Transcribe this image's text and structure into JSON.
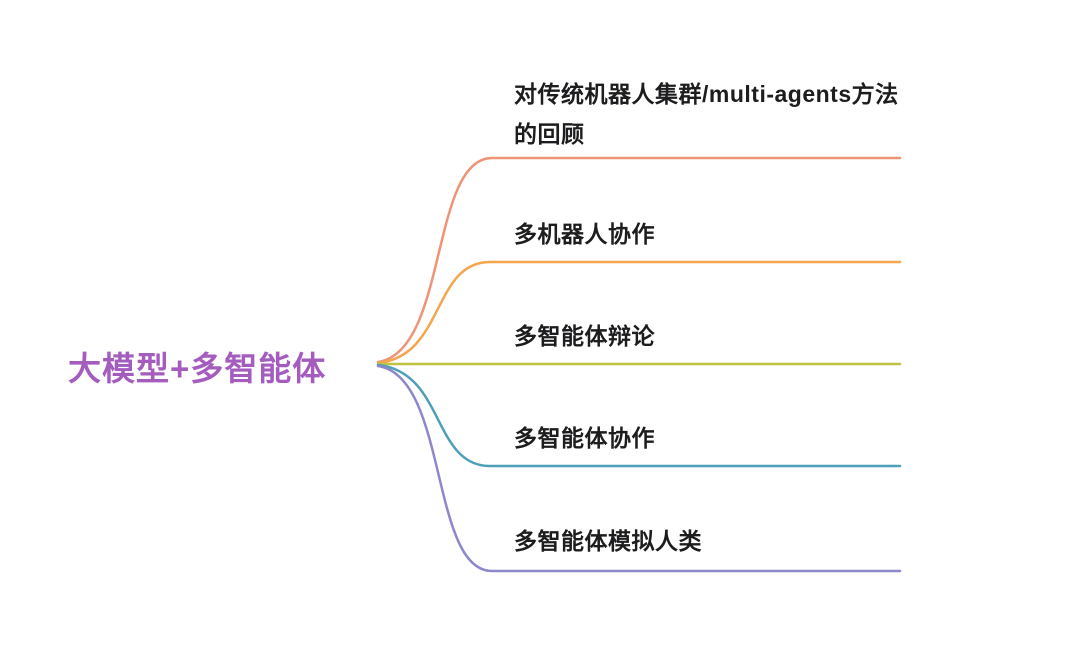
{
  "canvas": {
    "background": "#ffffff",
    "text_color": "#1d1d1f"
  },
  "root": {
    "label": "大模型+多智能体",
    "color": "#a45cbf"
  },
  "branches": [
    {
      "label": "对传统机器人集群/multi-agents方法的回顾",
      "color": "#ee9476"
    },
    {
      "label": "多机器人协作",
      "color": "#f5a54c"
    },
    {
      "label": "多智能体辩论",
      "color": "#bfc243"
    },
    {
      "label": "多智能体协作",
      "color": "#4e9fb8"
    },
    {
      "label": "多智能体模拟人类",
      "color": "#8d88cc"
    }
  ]
}
